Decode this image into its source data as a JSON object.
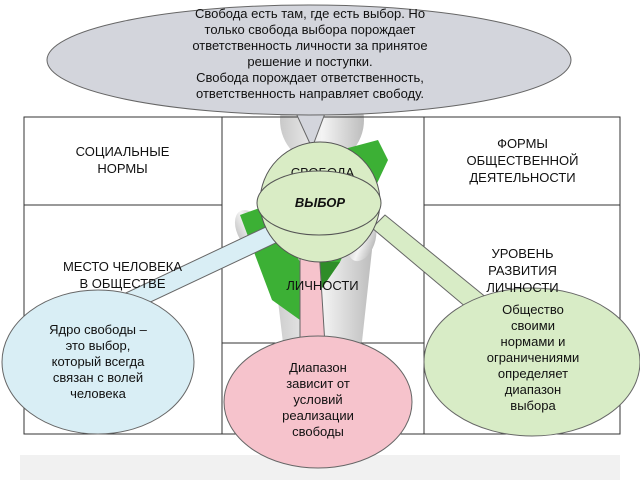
{
  "colors": {
    "top_bubble": "#d3d5dc",
    "center_circle": "#d9ecc5",
    "left_bubble": "#d9eef5",
    "bottom_bubble": "#f6c3cc",
    "right_bubble": "#d8ecc6",
    "tie": "#3cb035",
    "table_border": "#333333"
  },
  "top_bubble": {
    "text": "Свобода есть там, где есть выбор. Но\nтолько свобода выбора порождает\nответственность личности за принятое\nрешение и поступки.\nСвобода порождает ответственность,\nответственность направляет свободу."
  },
  "table": {
    "cell_social_norms": "СОЦИАЛЬНЫЕ\nНОРМЫ",
    "cell_forms_activity": "ФОРМЫ\nОБЩЕСТВЕННОЙ\nДЕЯТЕЛЬНОСТИ",
    "cell_place_person": "МЕСТО ЧЕЛОВЕКА\nВ ОБЩЕСТВЕ",
    "cell_level_development": "УРОВЕНЬ\nРАЗВИТИЯ\nЛИЧНОСТИ",
    "cell_center_top": "СВОБОДА",
    "cell_center_bottom": "ЛИЧНОСТИ"
  },
  "center_circle": {
    "label": "ВЫБОР"
  },
  "left_bubble": {
    "text": "Ядро свободы –\nэто выбор,\nкоторый всегда\nсвязан с волей\nчеловека"
  },
  "bottom_bubble": {
    "text": "Диапазон\nзависит от\nусловий\nреализации\nсвободы"
  },
  "right_bubble": {
    "text": "Общество\nсвоими\nнормами и\nограничениями\nопределяет\nдиапазон\nвыбора"
  }
}
